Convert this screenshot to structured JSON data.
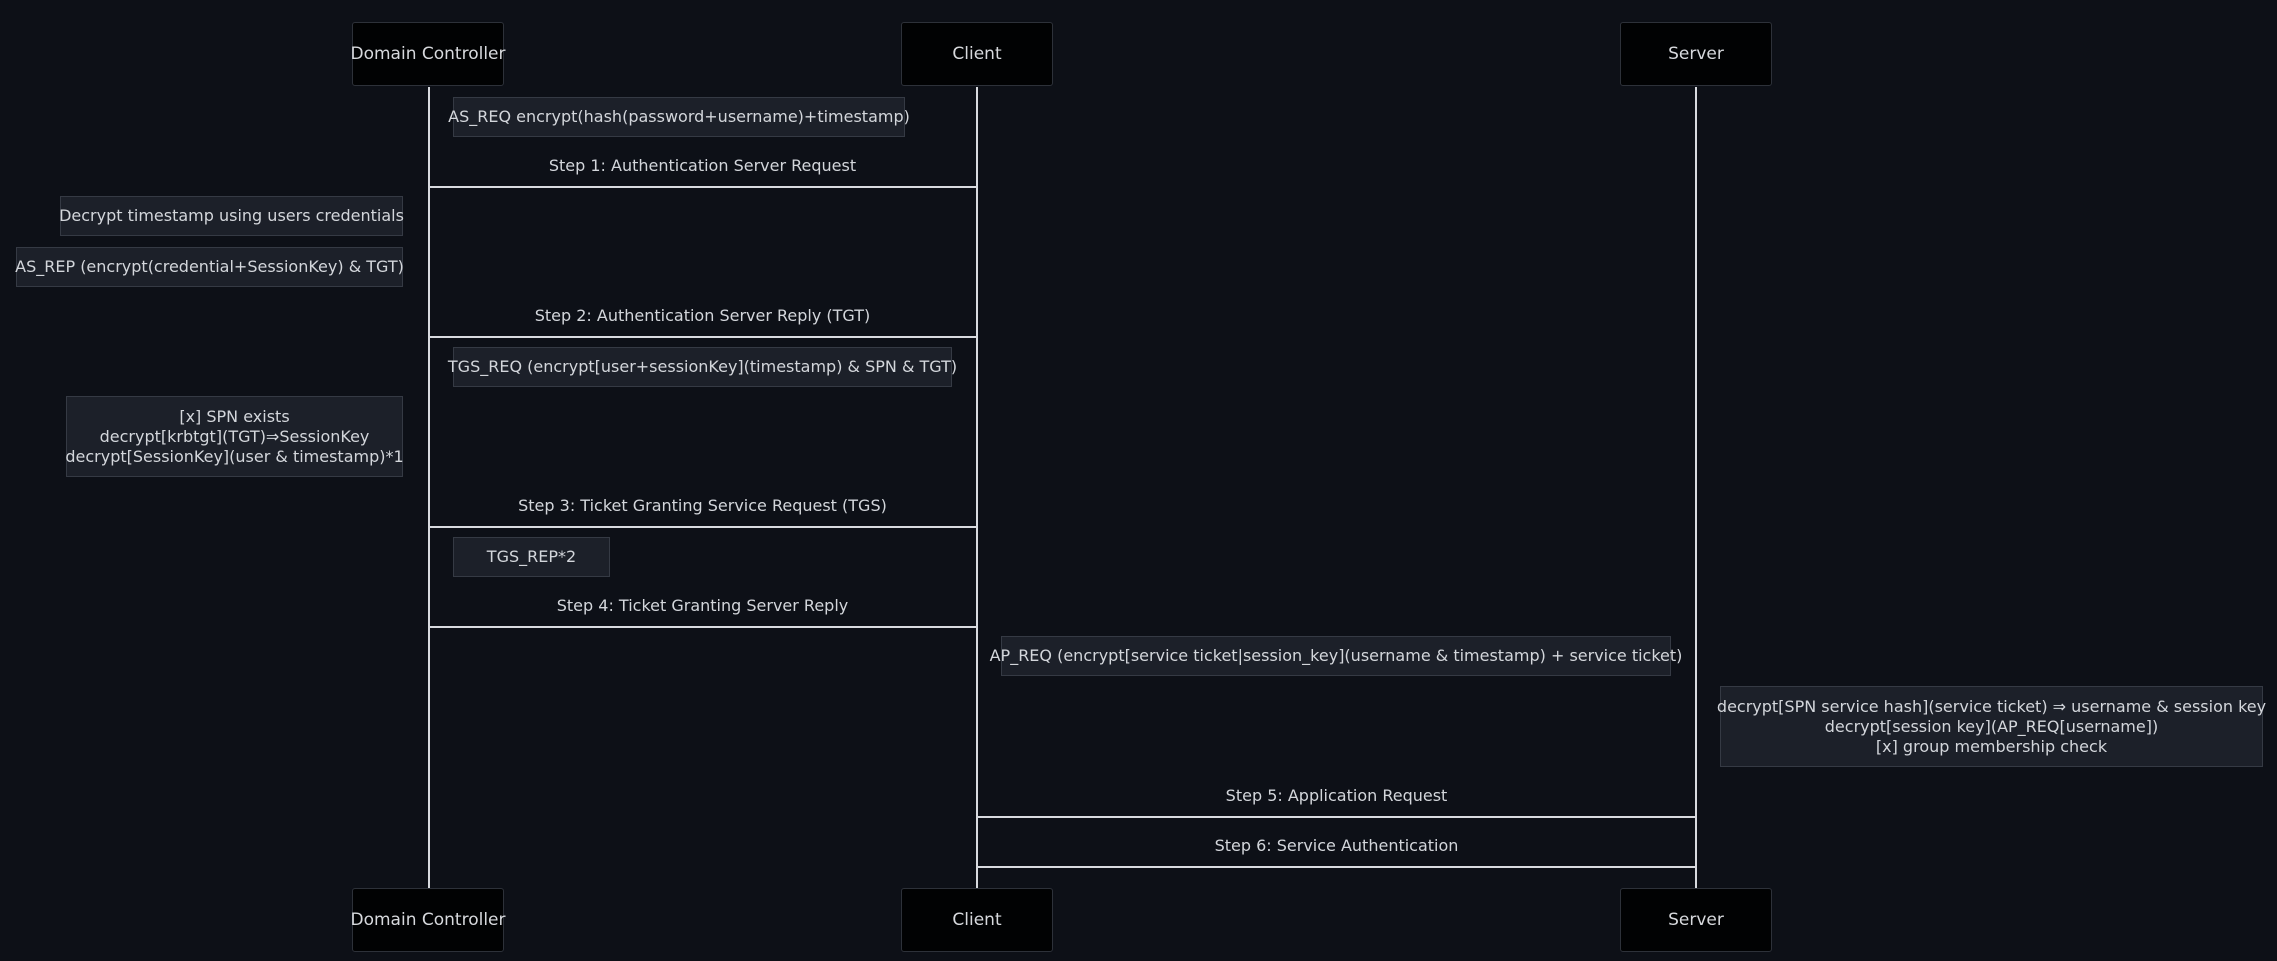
{
  "participants": {
    "dc": "Domain Controller",
    "client": "Client",
    "server": "Server"
  },
  "notes": {
    "as_req": "AS_REQ encrypt(hash(password+username)+timestamp)",
    "decrypt_timestamp": "Decrypt timestamp using users credentials",
    "as_rep": "AS_REP (encrypt(credential+SessionKey) & TGT)",
    "tgs_req": "TGS_REQ (encrypt[user+sessionKey](timestamp) & SPN & TGT)",
    "dc_check": [
      "[x] SPN exists",
      "decrypt[krbtgt](TGT)⇒SessionKey",
      "decrypt[SessionKey](user & timestamp)*1"
    ],
    "tgs_rep": "TGS_REP*2",
    "ap_req": "AP_REQ (encrypt[service ticket|session_key](username & timestamp) + service ticket)",
    "server_check": [
      "decrypt[SPN service hash](service ticket) ⇒ username & session key",
      "decrypt[session key](AP_REQ[username])",
      "[x] group membership check"
    ]
  },
  "steps": {
    "step1": "Step 1: Authentication Server Request",
    "step2": "Step 2: Authentication Server Reply (TGT)",
    "step3": "Step 3: Ticket Granting Service Request (TGS)",
    "step4": "Step 4: Ticket Granting Server Reply",
    "step5": "Step 5: Application Request",
    "step6": "Step 6: Service Authentication"
  }
}
